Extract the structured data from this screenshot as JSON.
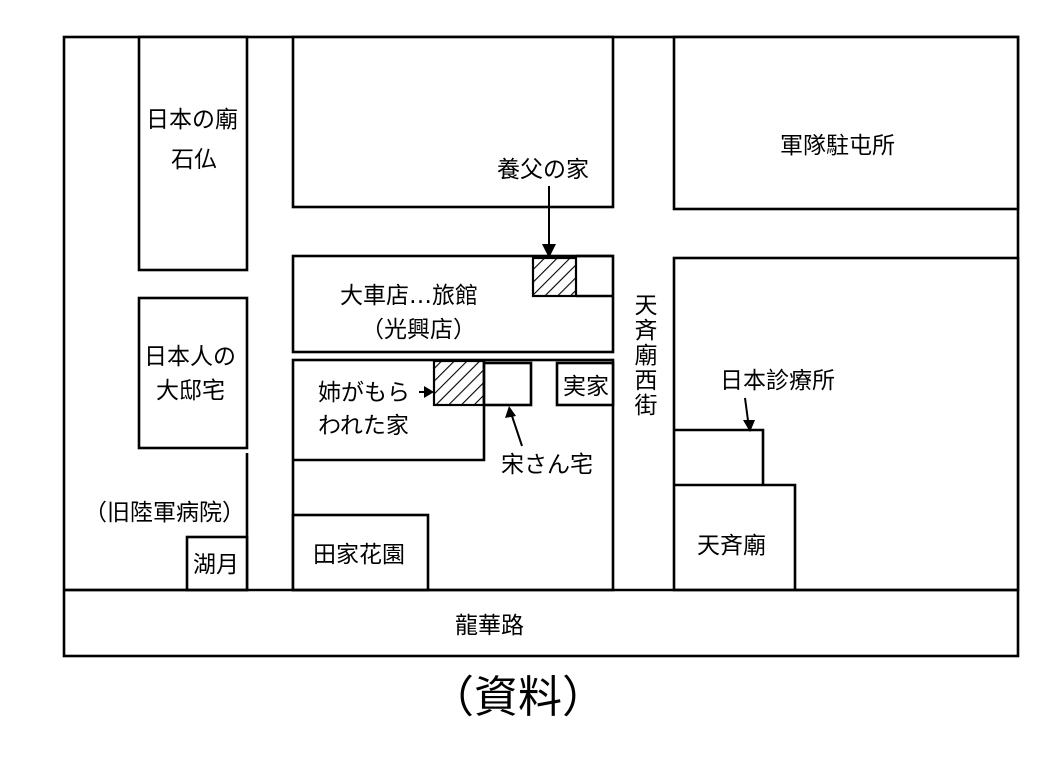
{
  "map": {
    "streets": {
      "main_road": "龍華路",
      "side_street": "天斉廟西街"
    },
    "places": {
      "japanese_temple_line1": "日本の廟",
      "japanese_temple_line2": "石仏",
      "japanese_residence_line1": "日本人の",
      "japanese_residence_line2": "大邸宅",
      "old_army_hospital": "（旧陸軍病院）",
      "kogetsu": "湖月",
      "daishaten_inn": "大車店…旅館",
      "kokoten": "（光興店）",
      "sister_house_line1": "姉がもら",
      "sister_house_line2": "われた家",
      "real_family_home": "実家",
      "song_house": "宋さん宅",
      "foster_father_house": "養父の家",
      "tian_garden": "田家花園",
      "army_garrison": "軍隊駐屯所",
      "japanese_clinic": "日本診療所",
      "tianqi_temple": "天斉廟"
    },
    "colors": {
      "ink": "#000000",
      "paper": "#ffffff"
    }
  },
  "caption": "（資料）"
}
